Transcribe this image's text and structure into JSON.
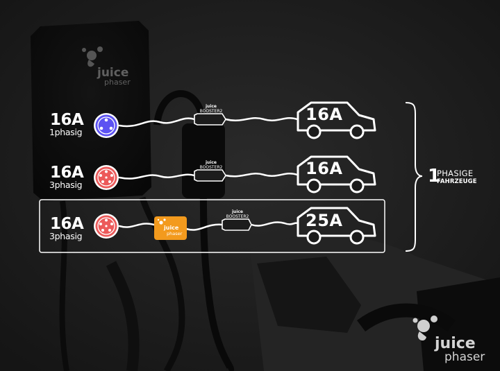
{
  "rows": [
    {
      "amps": "16A",
      "phase": "1phasig",
      "socket_color": "#5c52f2",
      "car_amps": "16A",
      "booster_label": "BOOSTER2"
    },
    {
      "amps": "16A",
      "phase": "3phasig",
      "socket_color": "#ec5a5a",
      "car_amps": "16A",
      "booster_label": "BOOSTER2"
    },
    {
      "amps": "16A",
      "phase": "3phasig",
      "socket_color": "#ec5a5a",
      "car_amps": "25A",
      "booster_label": "BOOSTER2"
    }
  ],
  "adapter": {
    "line1": "juice",
    "line2": "phaser",
    "color": "#f39a1d"
  },
  "vehicle_group": {
    "number": "1",
    "line1": "PHASIGE",
    "line2": "FAHRZEUGE"
  },
  "wallbox_logo": {
    "line1": "juice",
    "line2": "phaser"
  },
  "watermark": {
    "line1": "juice",
    "line2": "phaser"
  },
  "colors": {
    "background": "#1c1c1c",
    "wire": "#ffffff",
    "booster_label": "juice"
  }
}
